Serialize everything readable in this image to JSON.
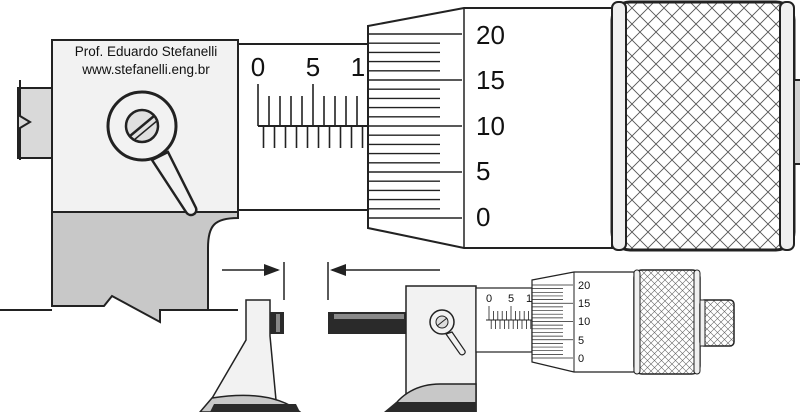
{
  "credits": {
    "author": "Prof. Eduardo Stefanelli",
    "website": "www.stefanelli.eng.br"
  },
  "large_micrometer": {
    "sleeve_scale_labels": [
      "0",
      "5",
      "1"
    ],
    "thimble_scale_labels": [
      "20",
      "15",
      "10",
      "5",
      "0"
    ]
  },
  "small_micrometer": {
    "sleeve_scale_labels": [
      "0",
      "5",
      "1"
    ],
    "thimble_scale_labels": [
      "20",
      "15",
      "10",
      "5",
      "0"
    ]
  },
  "colors": {
    "frame_light": "#f2f2f2",
    "frame_shadow": "#c8c8c8",
    "dark_base": "#2a2a2a",
    "line": "#222222"
  }
}
